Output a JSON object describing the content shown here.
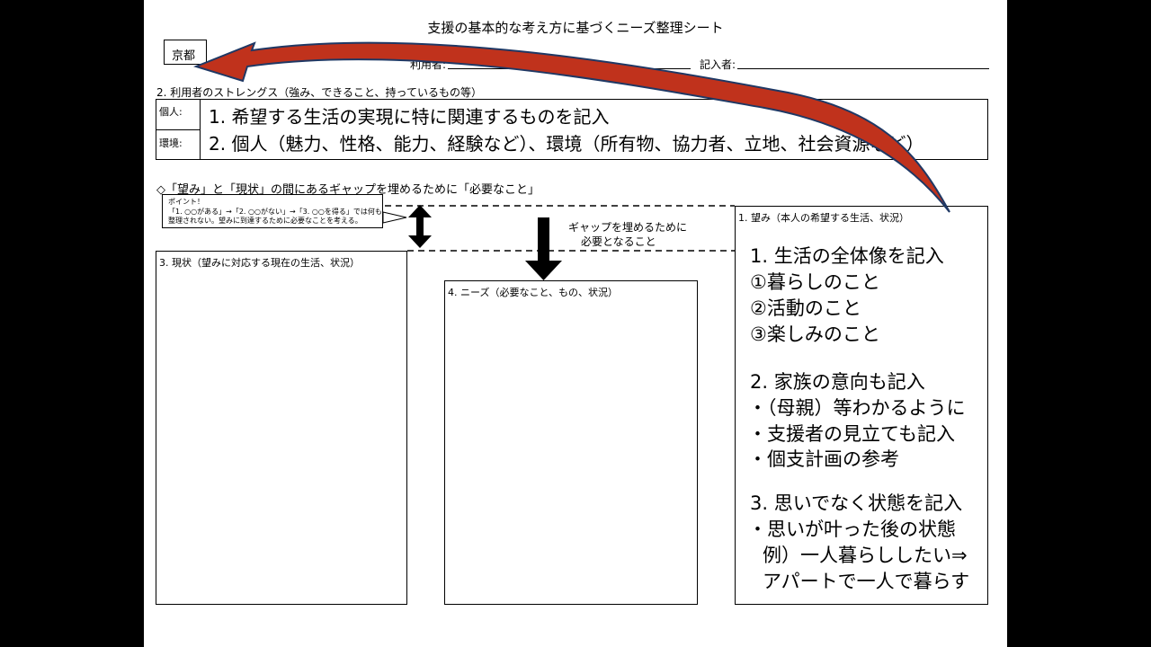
{
  "sheet": {
    "title": "支援の基本的な考え方に基づくニーズ整理シート",
    "region": "京都",
    "user_label": "利用者:",
    "writer_label": "記入者:"
  },
  "strengths": {
    "heading": "2. 利用者のストレングス（強み、できること、持っているもの等）",
    "individual_label": "個人:",
    "environment_label": "環境:",
    "line1": "1. 希望する生活の実現に特に関連するものを記入",
    "line2": "2. 個人（魅力、性格、能力、経験など）、環境（所有物、協力者、立地、社会資源など）"
  },
  "gap_heading": "◇「望み」と「現状」の間にあるギャップを埋めるために「必要なこと」",
  "point": {
    "title": "ポイント！",
    "line1": "「1. ○○がある」→「2. ○○がない」→「3. ○○を得る」では何も",
    "line2": "整理されない。望みに到達するために必要なことを考える。"
  },
  "gap_note": {
    "line1": "ギャップを埋めるために",
    "line2": "必要となること"
  },
  "current": {
    "heading": "3. 現状（望みに対応する現在の生活、状況）"
  },
  "needs": {
    "heading": "4. ニーズ（必要なこと、もの、状況）"
  },
  "wish": {
    "heading": "1. 望み（本人の希望する生活、状況）",
    "s1_title": "1. 生活の全体像を記入",
    "s1_a": "①暮らしのこと",
    "s1_b": "②活動のこと",
    "s1_c": "③楽しみのこと",
    "s2_title": "2. 家族の意向も記入",
    "s2_a": "・（母親）等わかるように",
    "s2_b": "・支援者の見立ても記入",
    "s2_c": "・個支計画の参考",
    "s3_title": "3. 思いでなく状態を記入",
    "s3_a": "・思いが叶った後の状態",
    "s3_b": "例）一人暮らししたい⇒",
    "s3_c": "アパートで一人で暮らす"
  },
  "colors": {
    "arrow_red": "#c0321c",
    "arrow_outline": "#1f3864"
  }
}
